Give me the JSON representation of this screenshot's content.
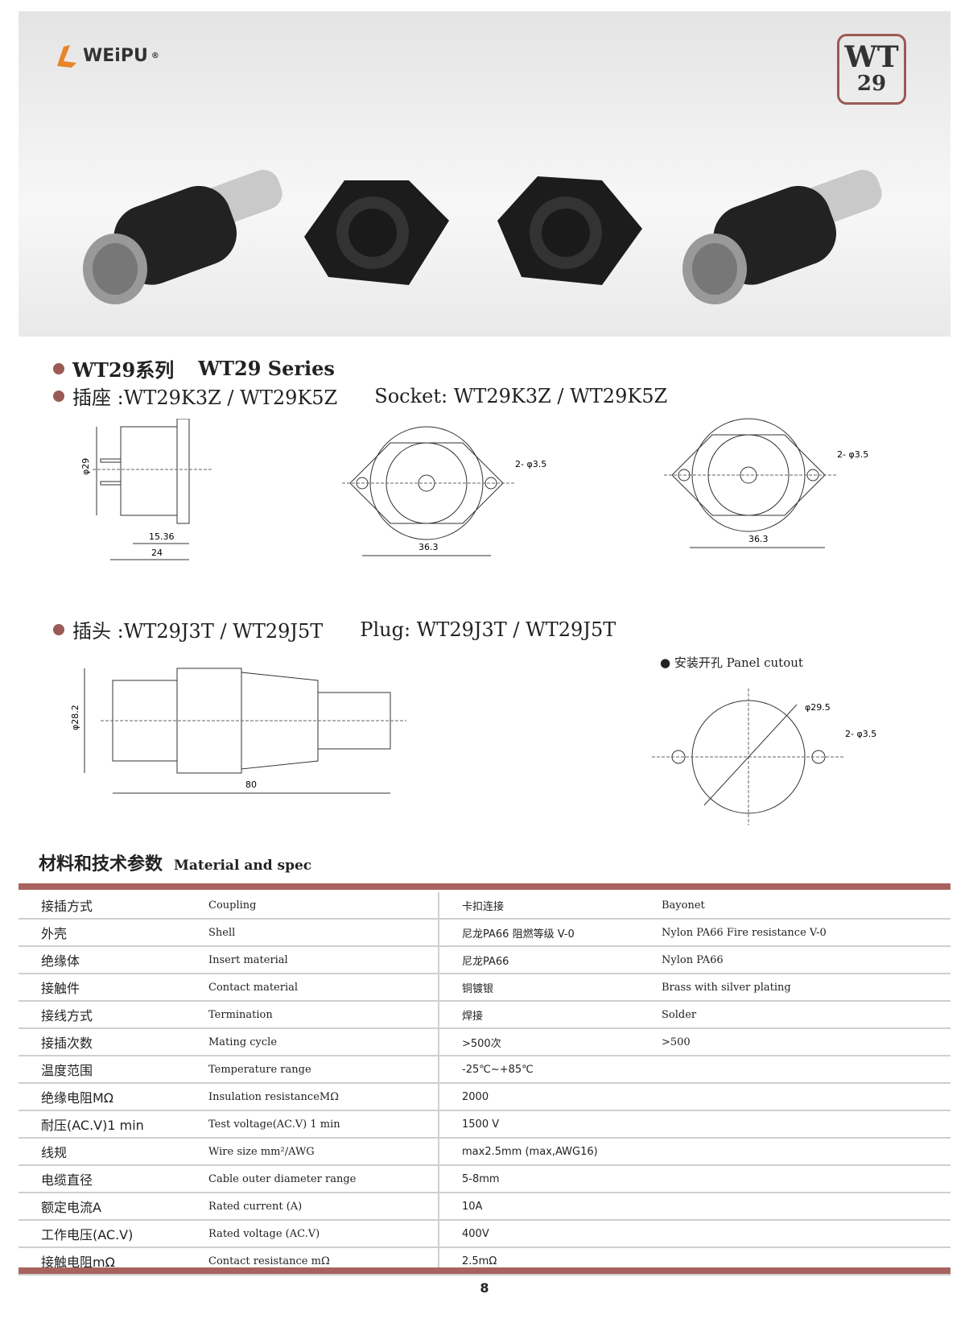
{
  "brand": {
    "name": "WEiPU",
    "reg": "®"
  },
  "badge": {
    "line1": "WT",
    "line2": "29"
  },
  "headings": {
    "series": {
      "cn": "WT29系列",
      "en": "WT29 Series"
    },
    "socket": {
      "cn": "插座 :WT29K3Z / WT29K5Z",
      "en": "Socket: WT29K3Z / WT29K5Z"
    },
    "plug": {
      "cn": "插头 :WT29J3T / WT29J5T",
      "en": "Plug: WT29J3T / WT29J5T"
    },
    "cutout": {
      "cn": "安装开孔",
      "en": "Panel cutout"
    }
  },
  "dims": {
    "d29": "φ29",
    "l1536": "15.36",
    "l24": "24",
    "w363": "36.3",
    "hole": "2- φ3.5",
    "d282": "φ28.2",
    "l80": "80",
    "d295": "φ29.5"
  },
  "spec": {
    "title_cn": "材料和技术参数",
    "title_en": "Material and spec",
    "rows": [
      {
        "cn": "接插方式",
        "en": "Coupling",
        "v_cn": "卡扣连接",
        "v_en": "Bayonet"
      },
      {
        "cn": "外壳",
        "en": "Shell",
        "v_cn": "尼龙PA66 阻燃等级 V-0",
        "v_en": "Nylon PA66  Fire resistance V-0"
      },
      {
        "cn": "绝缘体",
        "en": "Insert material",
        "v_cn": "尼龙PA66",
        "v_en": "Nylon PA66"
      },
      {
        "cn": "接触件",
        "en": "Contact material",
        "v_cn": "铜镀银",
        "v_en": "Brass with silver plating"
      },
      {
        "cn": "接线方式",
        "en": "Termination",
        "v_cn": "焊接",
        "v_en": "Solder"
      },
      {
        "cn": "接插次数",
        "en": "Mating cycle",
        "v_cn": ">500次",
        "v_en": ">500"
      },
      {
        "cn": "温度范围",
        "en": "Temperature range",
        "v": "-25℃~+85℃"
      },
      {
        "cn": "绝缘电阻MΩ",
        "en": "Insulation resistanceMΩ",
        "v": "2000"
      },
      {
        "cn": "耐压(AC.V)1 min",
        "en": "Test voltage(AC.V) 1 min",
        "v": "1500 V"
      },
      {
        "cn": "线规",
        "en": "Wire size mm²/AWG",
        "v": "max2.5mm (max,AWG16)"
      },
      {
        "cn": "电缆直径",
        "en": "Cable outer diameter range",
        "v": "5-8mm"
      },
      {
        "cn": "额定电流A",
        "en": "Rated current (A)",
        "v": "10A"
      },
      {
        "cn": "工作电压(AC.V)",
        "en": "Rated voltage (AC.V)",
        "v": "400V"
      },
      {
        "cn": "接触电阻mΩ",
        "en": "Contact resistance mΩ",
        "v": "2.5mΩ"
      }
    ]
  },
  "page_number": "8"
}
